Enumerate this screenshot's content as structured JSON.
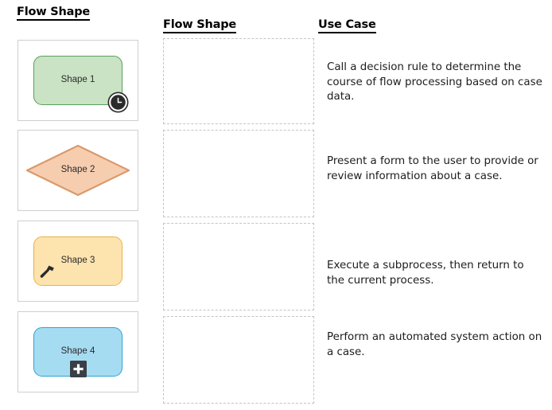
{
  "headers": {
    "left": "Flow Shape",
    "middle": "Flow Shape",
    "right": "Use Case"
  },
  "colors": {
    "shape1_fill": "#c9e3c4",
    "shape1_border": "#57a05c",
    "shape2_fill": "#f7cdb0",
    "shape2_border": "#d99a6c",
    "shape3_fill": "#fde3ae",
    "shape3_border": "#e8b34a",
    "shape4_fill": "#a6dcf2",
    "shape4_border": "#2aa4d6",
    "badge_dark": "#2b2b2b",
    "cell_border": "#cfcfcf",
    "dropzone_border": "#c4c4c4",
    "text": "#1c1c1c"
  },
  "palette": [
    {
      "label": "Shape 1",
      "form": "rounded-rectangle",
      "badge": "clock-icon",
      "badge_position": "bottom-right"
    },
    {
      "label": "Shape 2",
      "form": "diamond",
      "badge": "none",
      "badge_position": ""
    },
    {
      "label": "Shape 3",
      "form": "rounded-rectangle",
      "badge": "hammer-icon",
      "badge_position": "bottom-left"
    },
    {
      "label": "Shape 4",
      "form": "rounded-rectangle",
      "badge": "plus-square-icon",
      "badge_position": "bottom-center"
    }
  ],
  "dropzones": [
    {
      "value": ""
    },
    {
      "value": ""
    },
    {
      "value": ""
    },
    {
      "value": ""
    }
  ],
  "use_cases": [
    "Call a decision rule to determine the course of flow processing based on case data.",
    "Present a form to the user to provide or review information about a case.",
    "Execute a subprocess, then return to the current process.",
    "Perform an automated system action on a case."
  ]
}
